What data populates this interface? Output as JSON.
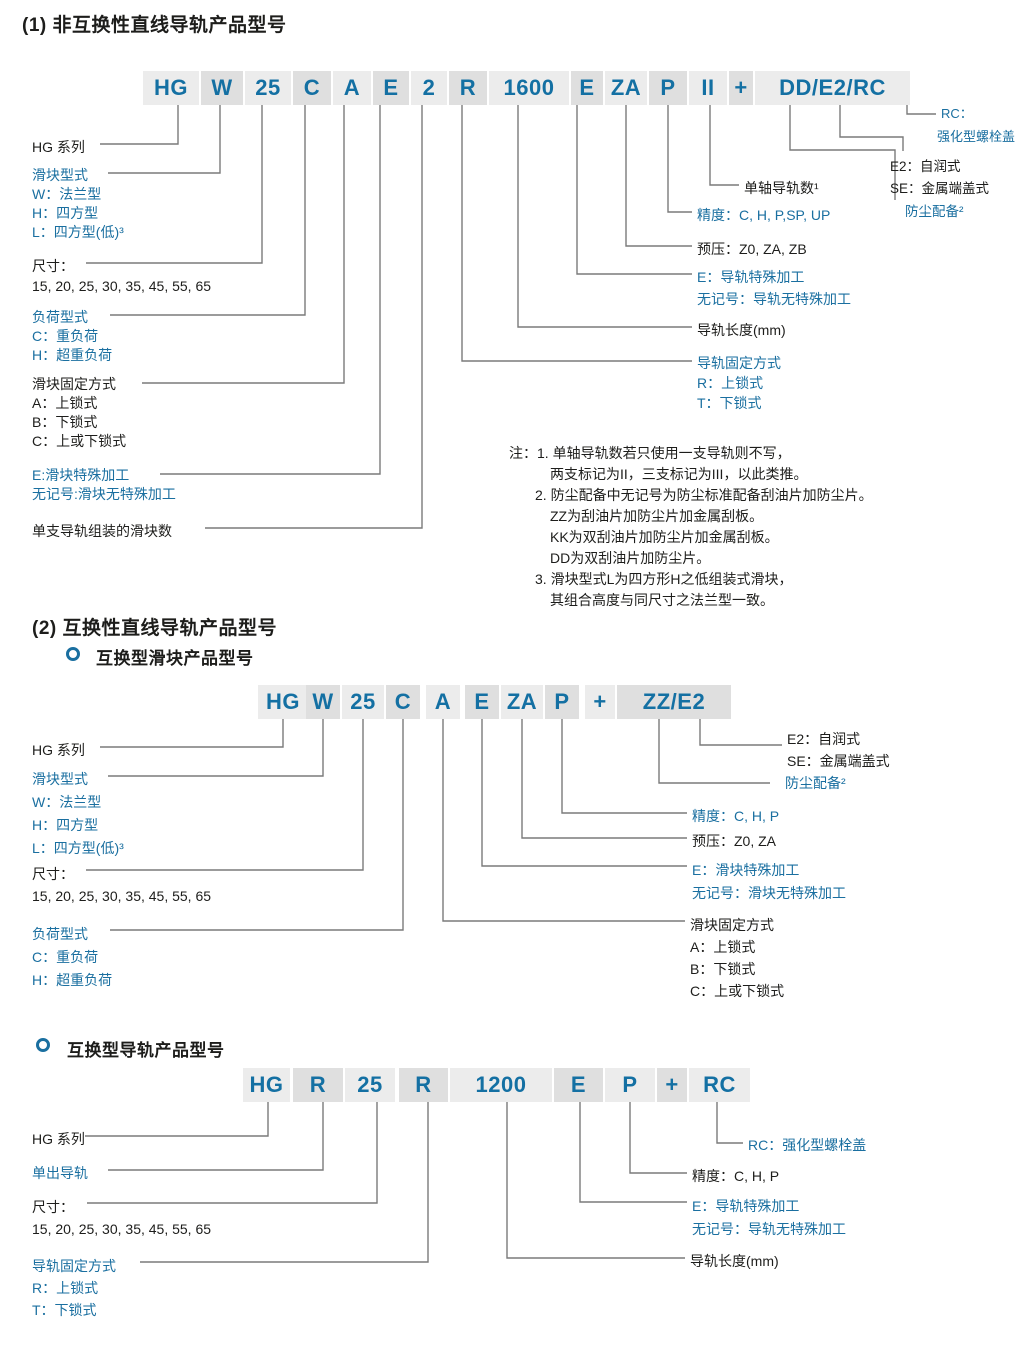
{
  "colors": {
    "blue": "#1a6fa0",
    "black": "#1d1d1b",
    "code_text": "#1470a3",
    "box_light": "#ececec",
    "box_dark": "#dfdfdf",
    "leader": "#7a7a7a"
  },
  "sections": [
    {
      "title": "(1) 非互换性直线导轨产品型号",
      "code": [
        "HG",
        "W",
        "25",
        "C",
        "A",
        "E",
        "2",
        "R",
        "1600",
        "E",
        "ZA",
        "P",
        "II",
        "+",
        "DD/E2/RC"
      ],
      "labels": [
        {
          "color": "black",
          "lines": [
            "HG 系列"
          ]
        },
        {
          "color": "blue",
          "lines": [
            "滑块型式",
            "W：法兰型",
            "H：四方型",
            "L：四方型(低)³"
          ]
        },
        {
          "color": "black",
          "lines": [
            "尺寸：",
            "15, 20, 25, 30, 35, 45, 55, 65"
          ]
        },
        {
          "color": "blue",
          "lines": [
            "负荷型式",
            "C：重负荷",
            "H：超重负荷"
          ]
        },
        {
          "color": "black",
          "lines": [
            "滑块固定方式",
            "A：上锁式",
            "B：下锁式",
            "C：上或下锁式"
          ]
        },
        {
          "color": "blue",
          "lines": [
            "E:滑块特殊加工",
            "无记号:滑块无特殊加工"
          ]
        },
        {
          "color": "black",
          "lines": [
            "单支导轨组装的滑块数"
          ]
        },
        {
          "color": "blue",
          "lines": [
            "导轨固定方式",
            "R：上锁式",
            "T：下锁式"
          ]
        },
        {
          "color": "black",
          "lines": [
            "导轨长度(mm)"
          ]
        },
        {
          "color": "blue",
          "lines": [
            "E：导轨特殊加工",
            "无记号：导轨无特殊加工"
          ]
        },
        {
          "color": "black",
          "lines": [
            "预压：Z0, ZA, ZB"
          ]
        },
        {
          "color": "blue",
          "lines": [
            "精度：C, H, P,SP, UP"
          ]
        },
        {
          "color": "black",
          "lines": [
            "单轴导轨数¹"
          ]
        },
        {
          "color": "blue",
          "lines": [
            "防尘配备²"
          ]
        },
        {
          "color": "black",
          "lines": [
            "E2：自润式",
            "SE：金属端盖式"
          ]
        },
        {
          "color": "blue",
          "lines": [
            "RC："
          ]
        },
        {
          "color": "blue",
          "lines": [
            "强化型螺栓盖"
          ]
        }
      ],
      "notes": [
        "注：1. 单轴导轨数若只使用一支导轨则不写，",
        "两支标记为II，三支标记为III，以此类推。",
        "2. 防尘配备中无记号为防尘标准配备刮油片加防尘片。",
        "ZZ为刮油片加防尘片加金属刮板。",
        "KK为双刮油片加防尘片加金属刮板。",
        "DD为双刮油片加防尘片。",
        "3. 滑块型式L为四方形H之低组装式滑块，",
        "其组合高度与同尺寸之法兰型一致。"
      ]
    },
    {
      "title": "(2) 互换性直线导轨产品型号",
      "subtitle": "互换型滑块产品型号",
      "code": [
        "HG",
        "W",
        "25",
        "C",
        "A",
        "E",
        "ZA",
        "P",
        "+",
        "ZZ/E2"
      ],
      "labels": [
        {
          "color": "black",
          "lines": [
            "HG 系列"
          ]
        },
        {
          "color": "blue",
          "lines": [
            "滑块型式",
            "W：法兰型",
            "H：四方型",
            "L：四方型(低)³"
          ]
        },
        {
          "color": "black",
          "lines": [
            "尺寸：",
            "15, 20, 25, 30, 35, 45, 55, 65"
          ]
        },
        {
          "color": "blue",
          "lines": [
            "负荷型式",
            "C：重负荷",
            "H：超重负荷"
          ]
        },
        {
          "color": "black",
          "lines": [
            "E2：自润式",
            "SE：金属端盖式"
          ]
        },
        {
          "color": "blue",
          "lines": [
            "防尘配备²"
          ]
        },
        {
          "color": "blue",
          "lines": [
            "精度：C, H, P"
          ]
        },
        {
          "color": "black",
          "lines": [
            "预压：Z0, ZA"
          ]
        },
        {
          "color": "blue",
          "lines": [
            "E：滑块特殊加工",
            "无记号：滑块无特殊加工"
          ]
        },
        {
          "color": "black",
          "lines": [
            "滑块固定方式",
            "A：上锁式",
            "B：下锁式",
            "C：上或下锁式"
          ]
        }
      ]
    },
    {
      "subtitle": "互换型导轨产品型号",
      "code": [
        "HG",
        "R",
        "25",
        "R",
        "1200",
        "E",
        "P",
        "+",
        "RC"
      ],
      "labels": [
        {
          "color": "black",
          "lines": [
            "HG 系列"
          ]
        },
        {
          "color": "blue",
          "lines": [
            "单出导轨"
          ]
        },
        {
          "color": "black",
          "lines": [
            "尺寸：",
            "15, 20, 25, 30, 35, 45, 55, 65"
          ]
        },
        {
          "color": "blue",
          "lines": [
            "导轨固定方式",
            "R：上锁式",
            "T：下锁式"
          ]
        },
        {
          "color": "blue",
          "lines": [
            "RC：强化型螺栓盖"
          ]
        },
        {
          "color": "black",
          "lines": [
            "精度：C, H, P"
          ]
        },
        {
          "color": "blue",
          "lines": [
            "E：导轨特殊加工",
            "无记号：导轨无特殊加工"
          ]
        },
        {
          "color": "black",
          "lines": [
            "导轨长度(mm)"
          ]
        }
      ]
    }
  ]
}
